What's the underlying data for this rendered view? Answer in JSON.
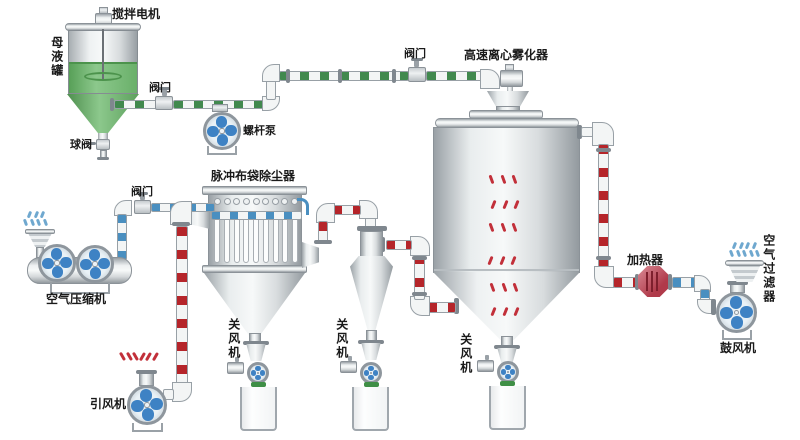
{
  "labels": {
    "stirrer_motor": "搅拌电机",
    "mother_liquor_tank": "母液罐",
    "ball_valve": "球阀",
    "feed_valve": "阀门",
    "screw_pump": "螺杆泵",
    "atomizer_valve": "阀门",
    "atomizer": "高速离心雾化器",
    "bag_filter": "脉冲布袋除尘器",
    "pulse_valve": "阀门",
    "air_compressor": "空气压缩机",
    "induced_draft_fan": "引风机",
    "rotary_airlock_1": "关风机",
    "rotary_airlock_2": "关风机",
    "rotary_airlock_3": "关风机",
    "heater": "加热器",
    "air_filter": "空气过滤器",
    "blower": "鼓风机"
  },
  "colors": {
    "background": "#ffffff",
    "liquid_green": "#6ab06a",
    "pipe_green_stripe": "#41894e",
    "pipe_blue_stripe": "#4a8fc0",
    "pipe_red_stripe": "#b5252a",
    "heater_red": "#b03a4a",
    "fan_blade_blue": "#3e82c4",
    "powder_green": "#3f8f46",
    "label_text": "#1a1a1a"
  }
}
